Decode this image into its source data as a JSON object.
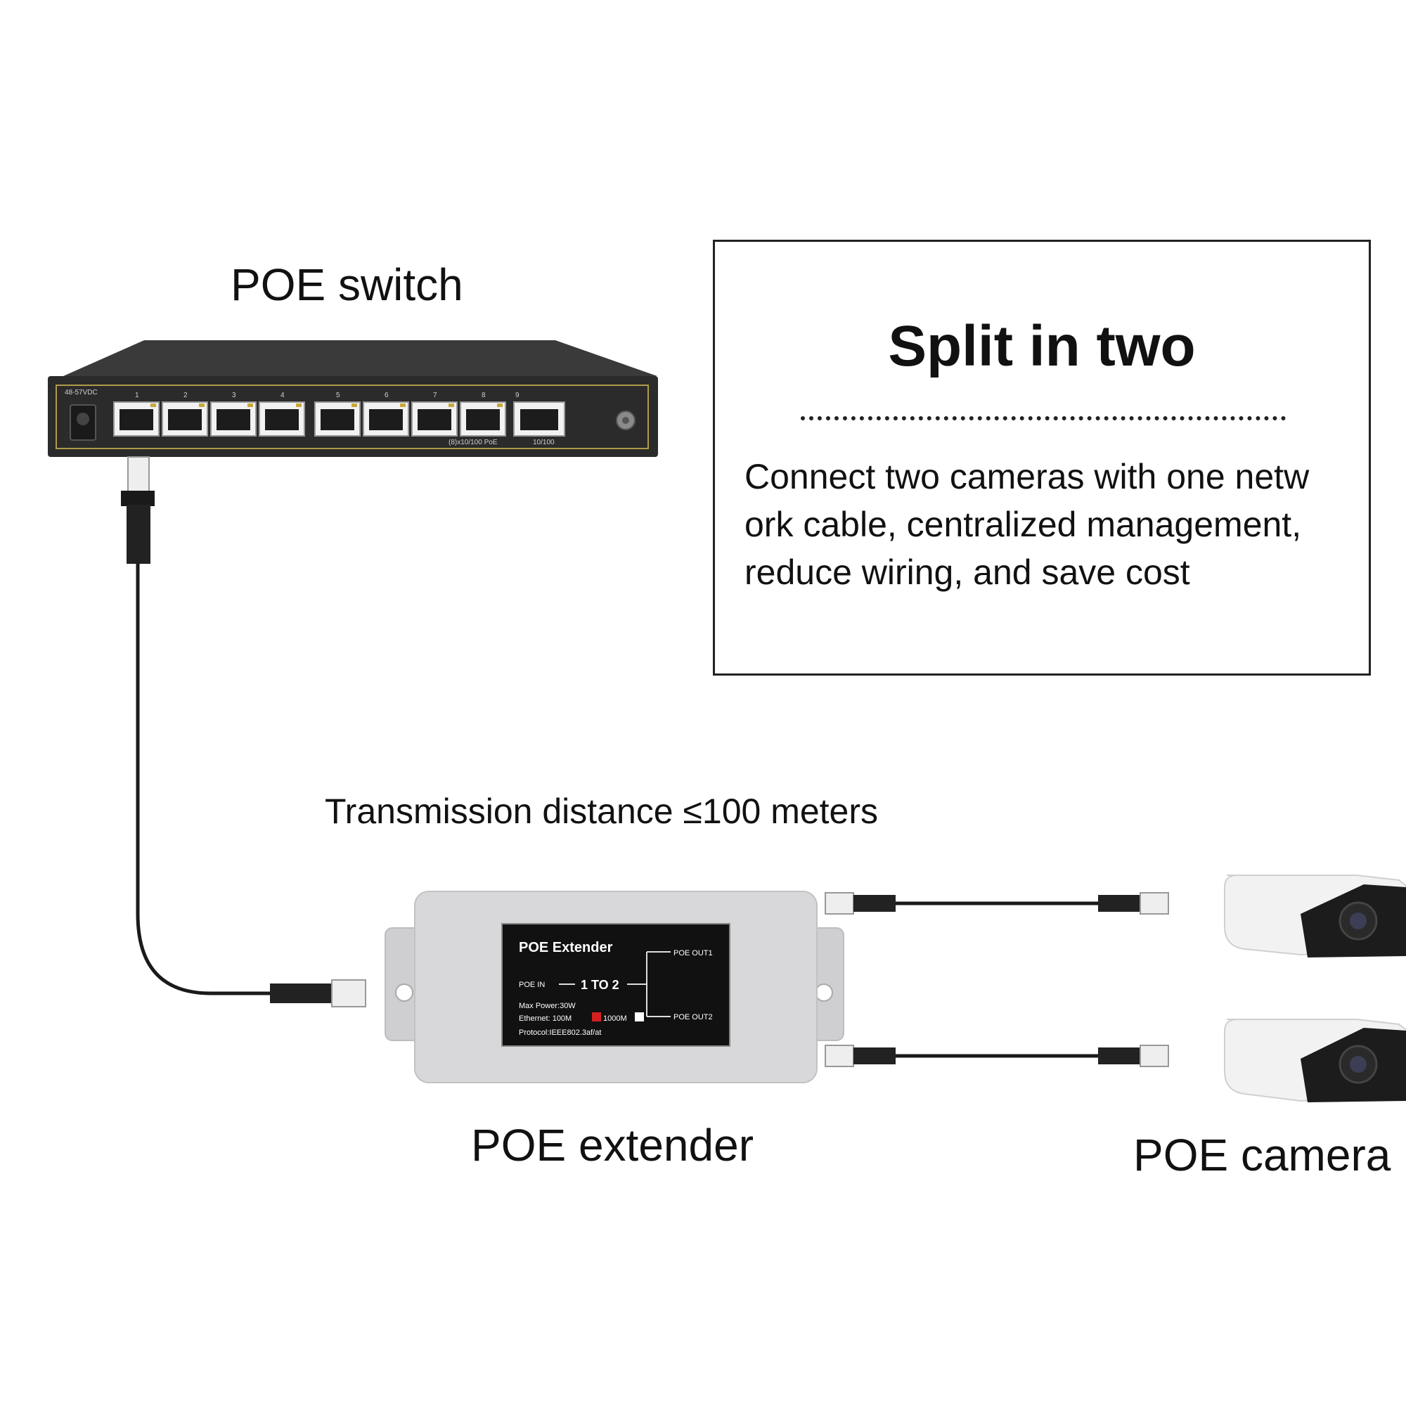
{
  "labels": {
    "switch": "POE switch",
    "extender": "POE extender",
    "camera": "POE camera",
    "distance": "Transmission distance ≤100 meters"
  },
  "info": {
    "heading": "Split in two",
    "body_line1": "Connect two cameras with one netw",
    "body_line2": "ork cable, centralized management,",
    "body_line3": "reduce wiring, and save cost"
  },
  "switch_panel": {
    "voltage": "48-57VDC",
    "port_numbers": [
      "1",
      "2",
      "3",
      "4",
      "5",
      "6",
      "7",
      "8",
      "9"
    ],
    "poe_ports_caption": "(8)x10/100 PoE",
    "uplink_caption": "10/100"
  },
  "extender_panel": {
    "name": "POE Extender",
    "poe_in": "POE IN",
    "ratio": "1 TO 2",
    "out1": "POE OUT1",
    "out2": "POE OUT2",
    "max_power": "Max Power:30W",
    "ethernet_prefix": "Ethernet: 100M",
    "ethernet_alt": "1000M",
    "protocol": "Protocol:IEEE802.3af/at"
  },
  "colors": {
    "switch_body": "#2b2b2b",
    "switch_trim": "#b09a4a",
    "extender_body": "#d8d8da",
    "extender_label": "#111111",
    "cable": "#1a1a1a",
    "camera_body": "#f2f2f2",
    "camera_face": "#1c1c1c",
    "checkbox_red": "#d42020"
  }
}
